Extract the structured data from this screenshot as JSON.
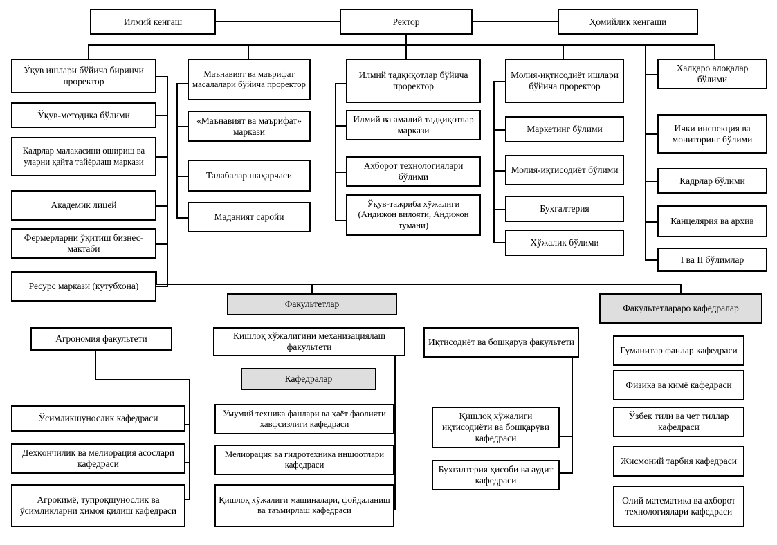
{
  "diagram": {
    "type": "organizational-chart",
    "title_text": "",
    "colors": {
      "border": "#000000",
      "box_fill": "#ffffff",
      "shaded_fill": "#dedede",
      "text": "#000000"
    },
    "top": {
      "scientific_council": "Илмий кенгаш",
      "rector": "Ректор",
      "patronage_council": "Ҳомийлик кенгаши"
    },
    "columns": [
      {
        "name": "academic-affairs",
        "head": "Ўқув ишлари бўйича биринчи проректор",
        "children": [
          "Ўқув-методика бўлими",
          "Кадрлар малакасини ошириш ва уларни қайта тайёрлаш маркази",
          "Академик лицей",
          "Фермерларни ўқитиш бизнес-мактаби",
          "Ресурс маркази (кутубхона)"
        ]
      },
      {
        "name": "spirituality",
        "head": "Маънавият ва маърифат масалалари бўйича проректор",
        "children": [
          "«Маънавият ва маърифат» маркази",
          "Талабалар шаҳарчаси",
          "Маданият саройи"
        ]
      },
      {
        "name": "research",
        "head": "Илмий тадқиқотлар бўйича проректор",
        "children": [
          "Илмий ва амалий тадқиқотлар маркази",
          "Ахборот технологиялари бўлими",
          "Ўқув-тажриба хўжалиги (Андижон вилояти, Андижон тумани)"
        ]
      },
      {
        "name": "finance-economics",
        "head": "Молия-иқтисодиёт ишлари бўйича проректор",
        "children": [
          "Маркетинг бўлими",
          "Молия-иқтисодиёт бўлими",
          "Бухгалтерия",
          "Хўжалик бўлими"
        ]
      },
      {
        "name": "rector-direct-units",
        "head": "Халқаро алоқалар бўлими",
        "children": [
          "Ички инспекция ва мониторинг бўлими",
          "Кадрлар бўлими",
          "Канцелярия  ва архив",
          "I ва II бўлимлар"
        ]
      }
    ],
    "faculties_label": "Факультетлар",
    "departments_label": "Кафедралар",
    "interfaculty_label": "Факультетлараро кафедралар",
    "faculties": [
      {
        "name": "agronomy",
        "title": "Агрономия  факультети",
        "departments": [
          "Ўсимликшунослик кафедраси",
          "Деҳқончилик ва мелиорация асослари  кафедраси",
          "Агрокимё, тупроқшунослик ва ўсимликларни ҳимоя қилиш кафедраси"
        ]
      },
      {
        "name": "agricultural-mechanization",
        "title": "Қишлоқ хўжалигини механизациялаш факультети",
        "departments": [
          "Умумий техника фанлари ва  ҳаёт фаолияти хавфсизлиги кафедраси",
          "Мелиорация ва гидротехника иншоотлари кафедраси",
          "Қишлоқ хўжалиги машиналари, фойдаланиш ва таъмирлаш кафедраси"
        ]
      },
      {
        "name": "economics-management",
        "title": "Иқтисодиёт ва бошқарув факультети",
        "departments": [
          "Қишлоқ хўжалиги иқтисодиёти ва бошқаруви кафедраси",
          "Бухгалтерия ҳисоби ва аудит кафедраси"
        ]
      }
    ],
    "interfaculty_departments": [
      "Гуманитар фанлар кафедраси",
      "Физика ва кимё кафедраси",
      "Ўзбек тили ва чет тиллар кафедраси",
      "Жисмоний тарбия кафедраси",
      "Олий математика ва ахборот технологиялари кафедраси"
    ]
  }
}
